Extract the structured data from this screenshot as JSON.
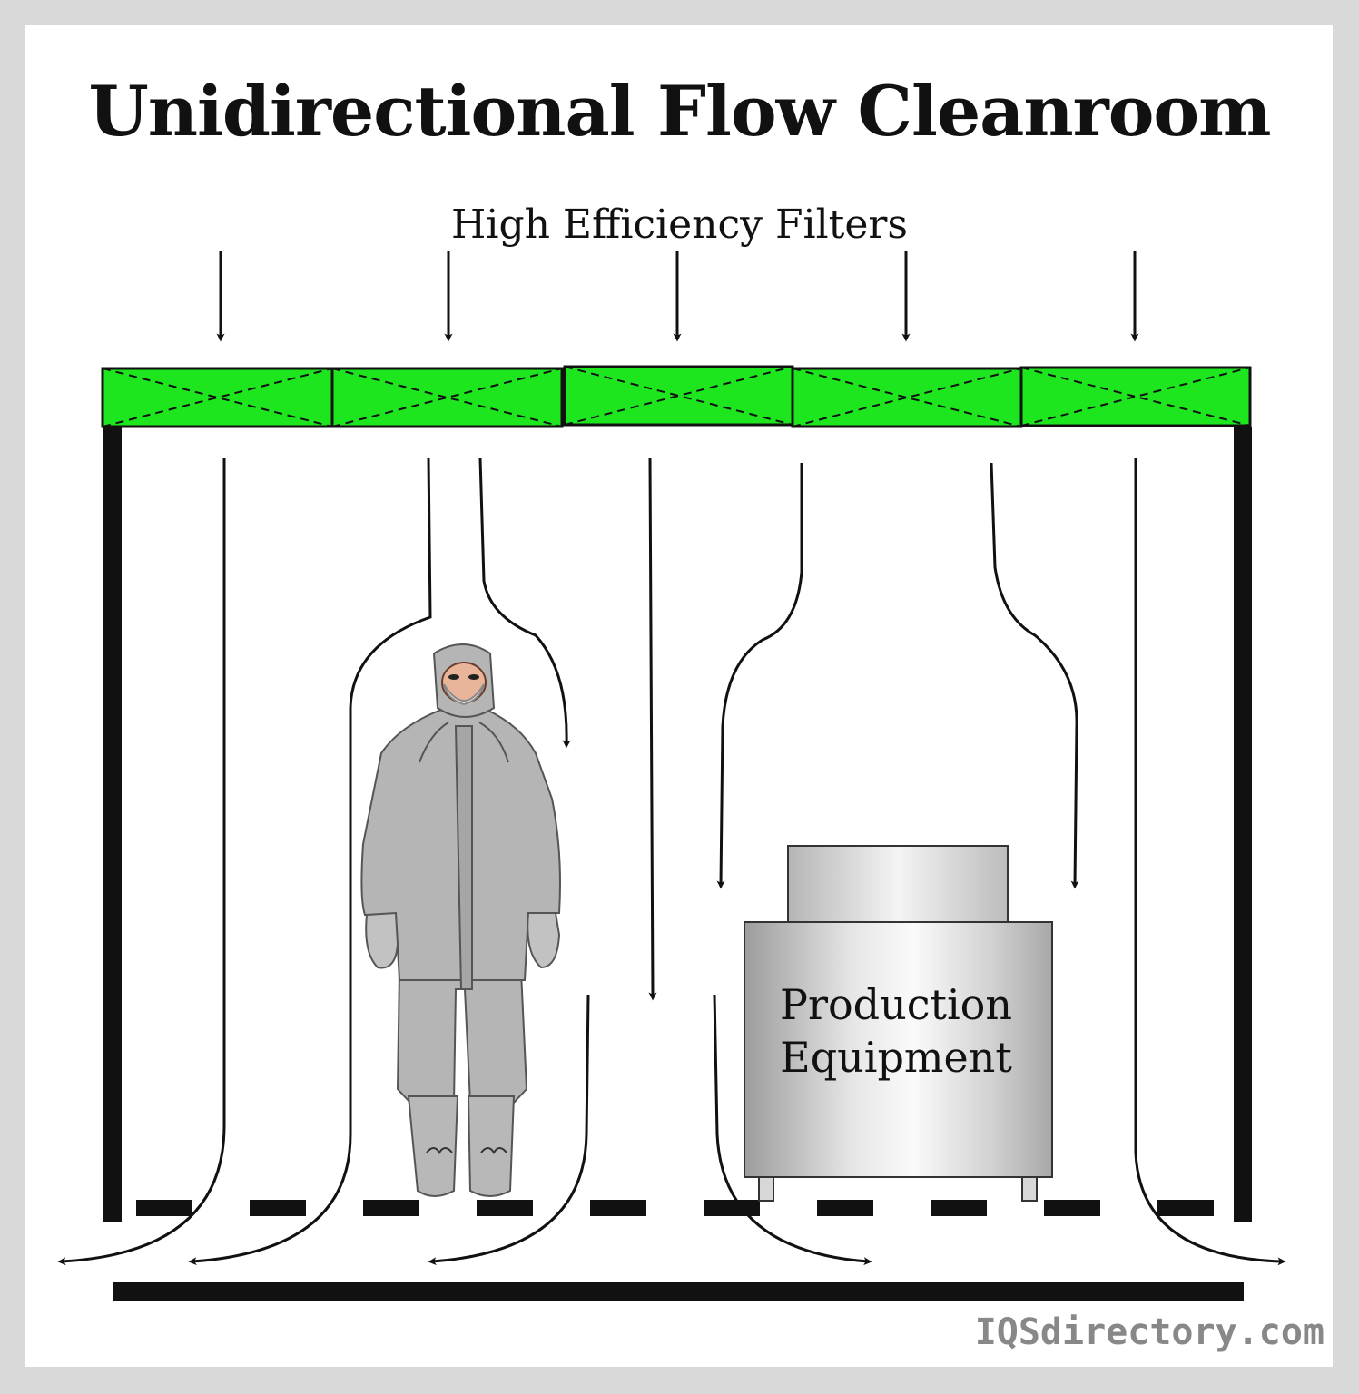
{
  "diagram": {
    "title": "Unidirectional Flow Cleanroom",
    "filters_label": "High Efficiency Filters",
    "equipment_label_line1": "Production",
    "equipment_label_line2": "Equipment",
    "filter_count": 5,
    "watermark": "IQSdirectory.com"
  },
  "colors": {
    "background": "#ffffff",
    "frame_border": "#d9d9d9",
    "filter_fill": "#1ee61e",
    "line": "#111111",
    "suit": "#b5b5b5",
    "equipment": "#c9c9c9"
  },
  "icons": [
    "person-in-cleanroom-suit-icon",
    "production-equipment-icon",
    "down-arrow-icon"
  ]
}
